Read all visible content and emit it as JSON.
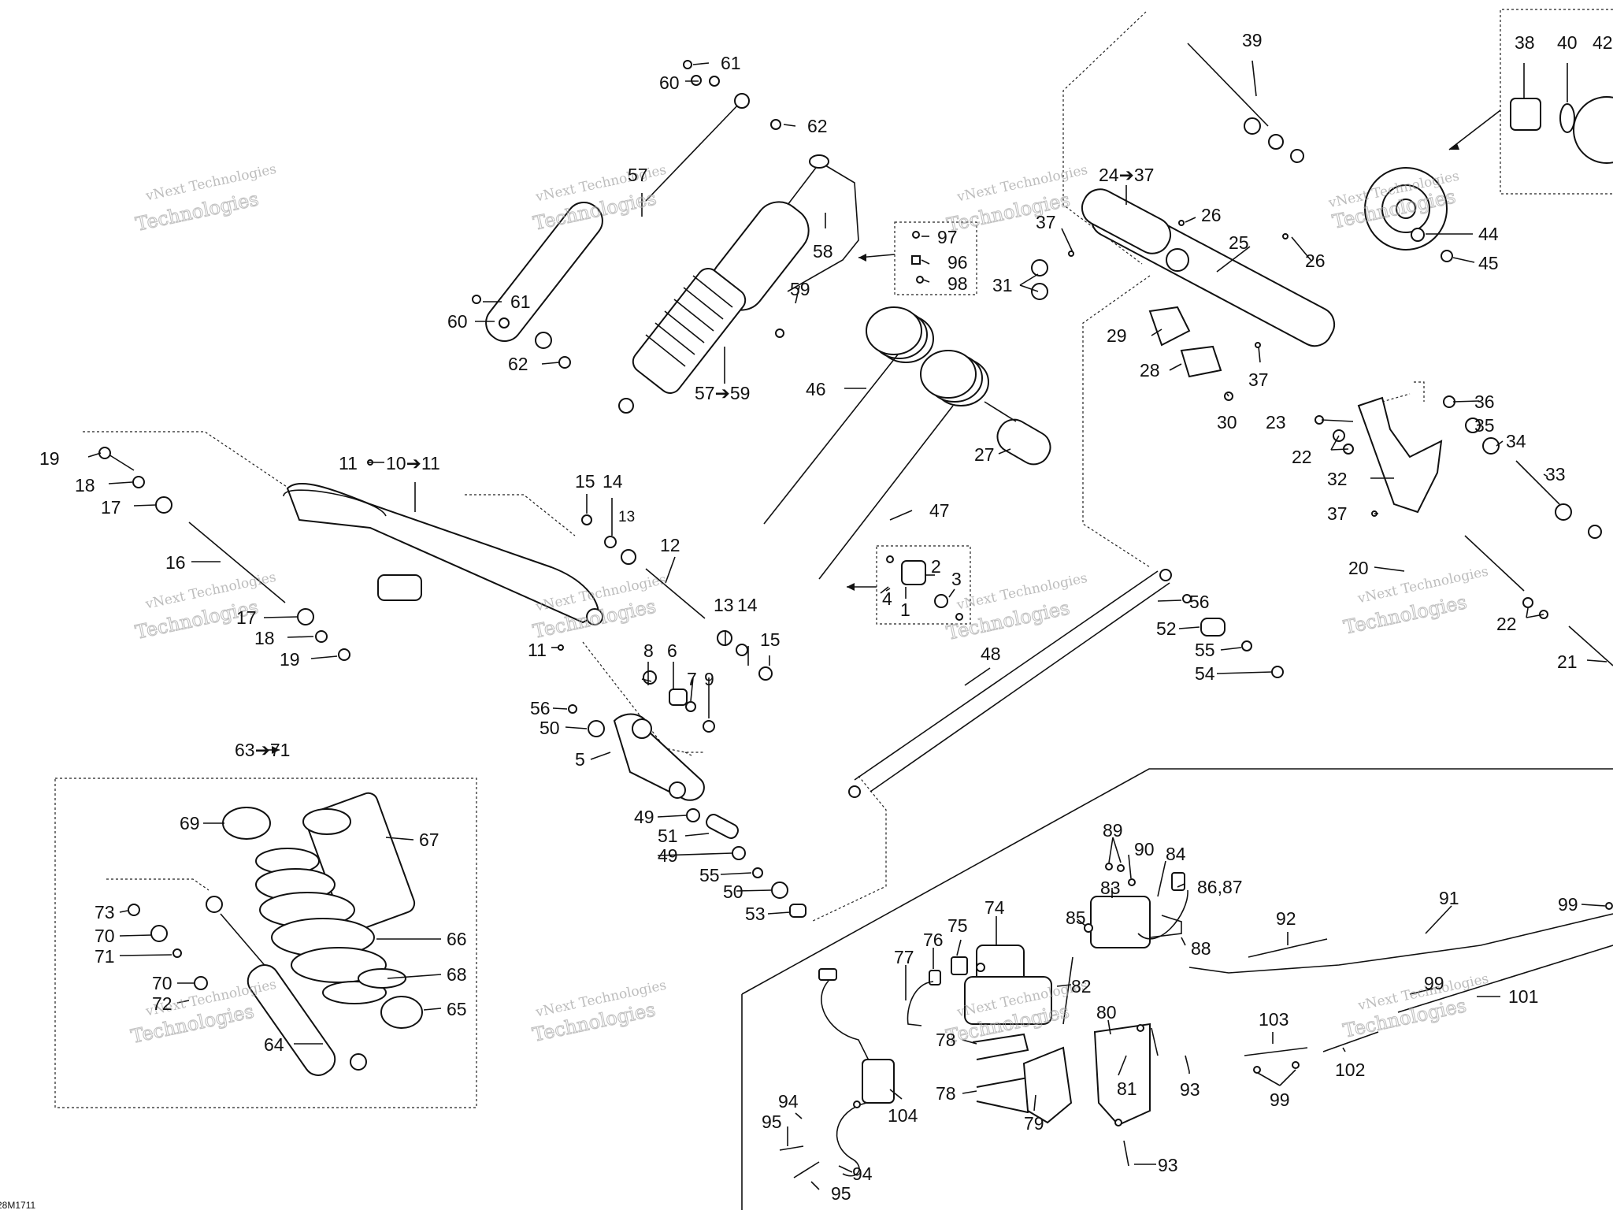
{
  "diagram": {
    "drawing_code": "28M1711",
    "watermark": {
      "line1": "vNext Technologies",
      "line2": "Technologies"
    },
    "callouts": {
      "c61a": "61",
      "c60a": "60",
      "c62a": "62",
      "c57": "57",
      "c58": "58",
      "c59": "59",
      "c61b": "61",
      "c60b": "60",
      "c62b": "62",
      "c5759": "57➔59",
      "c97": "97",
      "c96": "96",
      "c98": "98",
      "c39": "39",
      "c38": "38",
      "c40": "40",
      "c42": "42",
      "c44": "44",
      "c45": "45",
      "c2437": "24➔37",
      "c26a": "26",
      "c26b": "26",
      "c25": "25",
      "c37a": "37",
      "c37b": "37",
      "c37c": "37",
      "c31": "31",
      "c29": "29",
      "c28": "28",
      "c30": "30",
      "c46": "46",
      "c27": "27",
      "c47": "47",
      "c19a": "19",
      "c18a": "18",
      "c17a": "17",
      "c16": "16",
      "c17b": "17",
      "c18b": "18",
      "c19b": "19",
      "c11a": "11",
      "c1011": "10➔11",
      "c11b": "11",
      "c15a": "15",
      "c14a": "14",
      "c13a": "13",
      "c12": "12",
      "c13b": "13",
      "c14b": "14",
      "c15b": "15",
      "c2": "2",
      "c3": "3",
      "c4": "4",
      "c1": "1",
      "c36": "36",
      "c35": "35",
      "c34": "34",
      "c23": "23",
      "c22a": "22",
      "c33": "33",
      "c32": "32",
      "c20": "20",
      "c22b": "22",
      "c21": "21",
      "c56a": "56",
      "c52": "52",
      "c55a": "55",
      "c54": "54",
      "c48": "48",
      "c8": "8",
      "c6": "6",
      "c7": "7",
      "c9": "9",
      "c56b": "56",
      "c50a": "50",
      "c5": "5",
      "c49a": "49",
      "c51": "51",
      "c49b": "49",
      "c55b": "55",
      "c50b": "50",
      "c53": "53",
      "c6371": "63➔71",
      "c69": "69",
      "c67": "67",
      "c73": "73",
      "c70a": "70",
      "c71": "71",
      "c70b": "70",
      "c72": "72",
      "c66": "66",
      "c68": "68",
      "c65": "65",
      "c64": "64",
      "c89": "89",
      "c90": "90",
      "c84": "84",
      "c8687": "86,87",
      "c83": "83",
      "c85": "85",
      "c88": "88",
      "c74": "74",
      "c75": "75",
      "c76": "76",
      "c77": "77",
      "c82": "82",
      "c80": "80",
      "c78a": "78",
      "c78b": "78",
      "c79": "79",
      "c81": "81",
      "c93a": "93",
      "c93b": "93",
      "c94a": "94",
      "c95a": "95",
      "c104": "104",
      "c94b": "94",
      "c95b": "95",
      "c92": "92",
      "c91": "91",
      "c99a": "99",
      "c99b": "99",
      "c101": "101",
      "c103": "103",
      "c102": "102",
      "c99c": "99"
    }
  }
}
